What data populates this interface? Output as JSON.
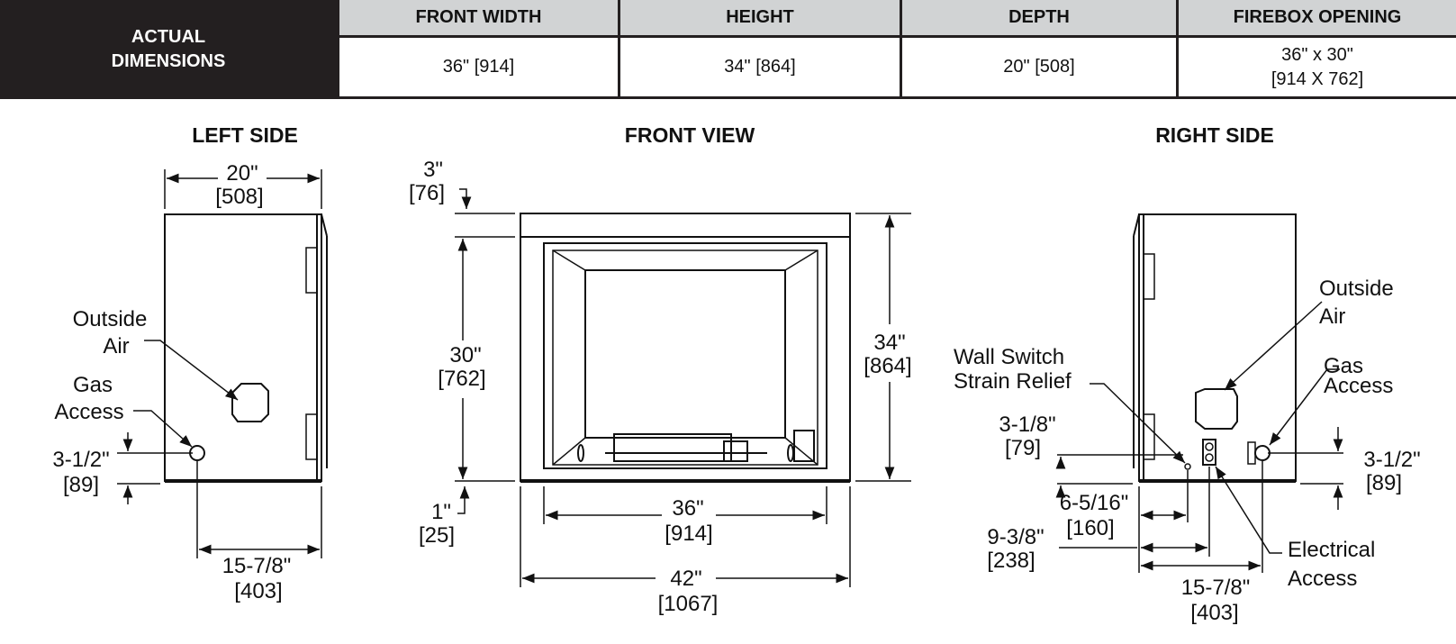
{
  "table": {
    "header": "ACTUAL\nDIMENSIONS",
    "columns": [
      {
        "label": "FRONT WIDTH",
        "value": "36\" [914]"
      },
      {
        "label": "HEIGHT",
        "value": "34\" [864]"
      },
      {
        "label": "DEPTH",
        "value": "20\" [508]"
      },
      {
        "label": "FIREBOX OPENING",
        "value": "36\" x 30\"\n[914 X 762]"
      }
    ]
  },
  "views": {
    "left_title": "LEFT SIDE",
    "front_title": "FRONT VIEW",
    "right_title": "RIGHT SIDE"
  },
  "left": {
    "depth_in": "20\"",
    "depth_mm": "[508]",
    "outside_air_1": "Outside",
    "outside_air_2": "Air",
    "gas_1": "Gas",
    "gas_2": "Access",
    "gas_h_in": "3-1/2\"",
    "gas_h_mm": "[89]",
    "gas_off_in": "15-7/8\"",
    "gas_off_mm": "[403]"
  },
  "front": {
    "top_in": "3\"",
    "top_mm": "[76]",
    "open_h_in": "30\"",
    "open_h_mm": "[762]",
    "total_h_in": "34\"",
    "total_h_mm": "[864]",
    "bottom_in": "1\"",
    "bottom_mm": "[25]",
    "open_w_in": "36\"",
    "open_w_mm": "[914]",
    "total_w_in": "42\"",
    "total_w_mm": "[1067]"
  },
  "right": {
    "outside_air_1": "Outside",
    "outside_air_2": "Air",
    "wall_1": "Wall Switch",
    "wall_2": "Strain Relief",
    "gas_1": "Gas",
    "gas_2": "Access",
    "ws_h_in": "3-1/8\"",
    "ws_h_mm": "[79]",
    "gas_h_in": "3-1/2\"",
    "gas_h_mm": "[89]",
    "ws_off_in": "6-5/16\"",
    "ws_off_mm": "[160]",
    "el_off_in": "9-3/8\"",
    "el_off_mm": "[238]",
    "elec_1": "Electrical",
    "elec_2": "Access",
    "gas_off_in": "15-7/8\"",
    "gas_off_mm": "[403]"
  }
}
